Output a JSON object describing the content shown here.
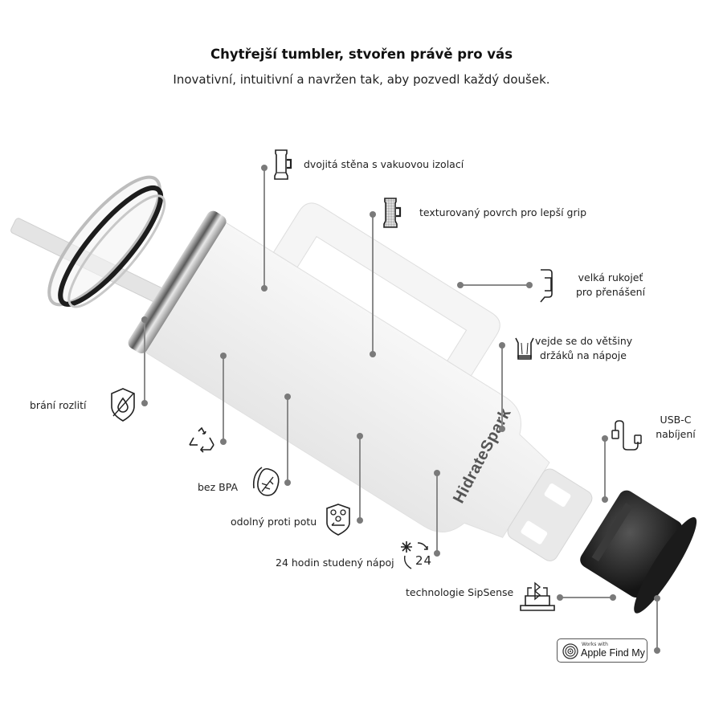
{
  "header": {
    "title": "Chytřejší tumbler, stvořen právě pro vás",
    "subtitle": "Inovativní, intuitivní a navržen tak, aby pozvedl každý doušek."
  },
  "product": {
    "brand_text": "HidrateSpark",
    "body_color": "#f1f1f1",
    "rim_color": "#9a9a9a",
    "base_color": "#2b2b2b"
  },
  "features": [
    {
      "id": "double-wall",
      "label": "dvojitá stěna s vakuovou izolací",
      "icon": "tumbler-outline-icon"
    },
    {
      "id": "textured",
      "label": "texturovaný  povrch pro lepší grip",
      "icon": "textured-tumbler-icon"
    },
    {
      "id": "handle",
      "label_line1": "velká rukojeť",
      "label_line2": "pro přenášení",
      "icon": "handle-icon"
    },
    {
      "id": "cupholder",
      "label_line1": "vejde se do většiny",
      "label_line2": "držáků na nápoje",
      "icon": "cupholder-icon"
    },
    {
      "id": "usbc",
      "label_line1": "USB-C",
      "label_line2": "nabíjení",
      "icon": "usb-cable-icon"
    },
    {
      "id": "spill",
      "label": "brání rozlití",
      "icon": "shield-drop-icon"
    },
    {
      "id": "recycle",
      "label": "",
      "icon": "recycle-icon"
    },
    {
      "id": "bpa",
      "label": "bez BPA",
      "icon": "leaf-icon"
    },
    {
      "id": "sweat",
      "label": "odolný proti potu",
      "icon": "shield-droplets-icon"
    },
    {
      "id": "cold",
      "label": "24 hodin studený nápoj",
      "icon": "snowflake-24-icon",
      "icon_text": "24"
    },
    {
      "id": "sipsense",
      "label": "technologie SipSense",
      "icon": "bluetooth-base-icon"
    },
    {
      "id": "findmy",
      "badge_small": "Works with",
      "badge_big": "Apple Find My",
      "icon": "find-my-icon"
    }
  ],
  "colors": {
    "connector": "#8a8a8a",
    "text": "#222222"
  }
}
